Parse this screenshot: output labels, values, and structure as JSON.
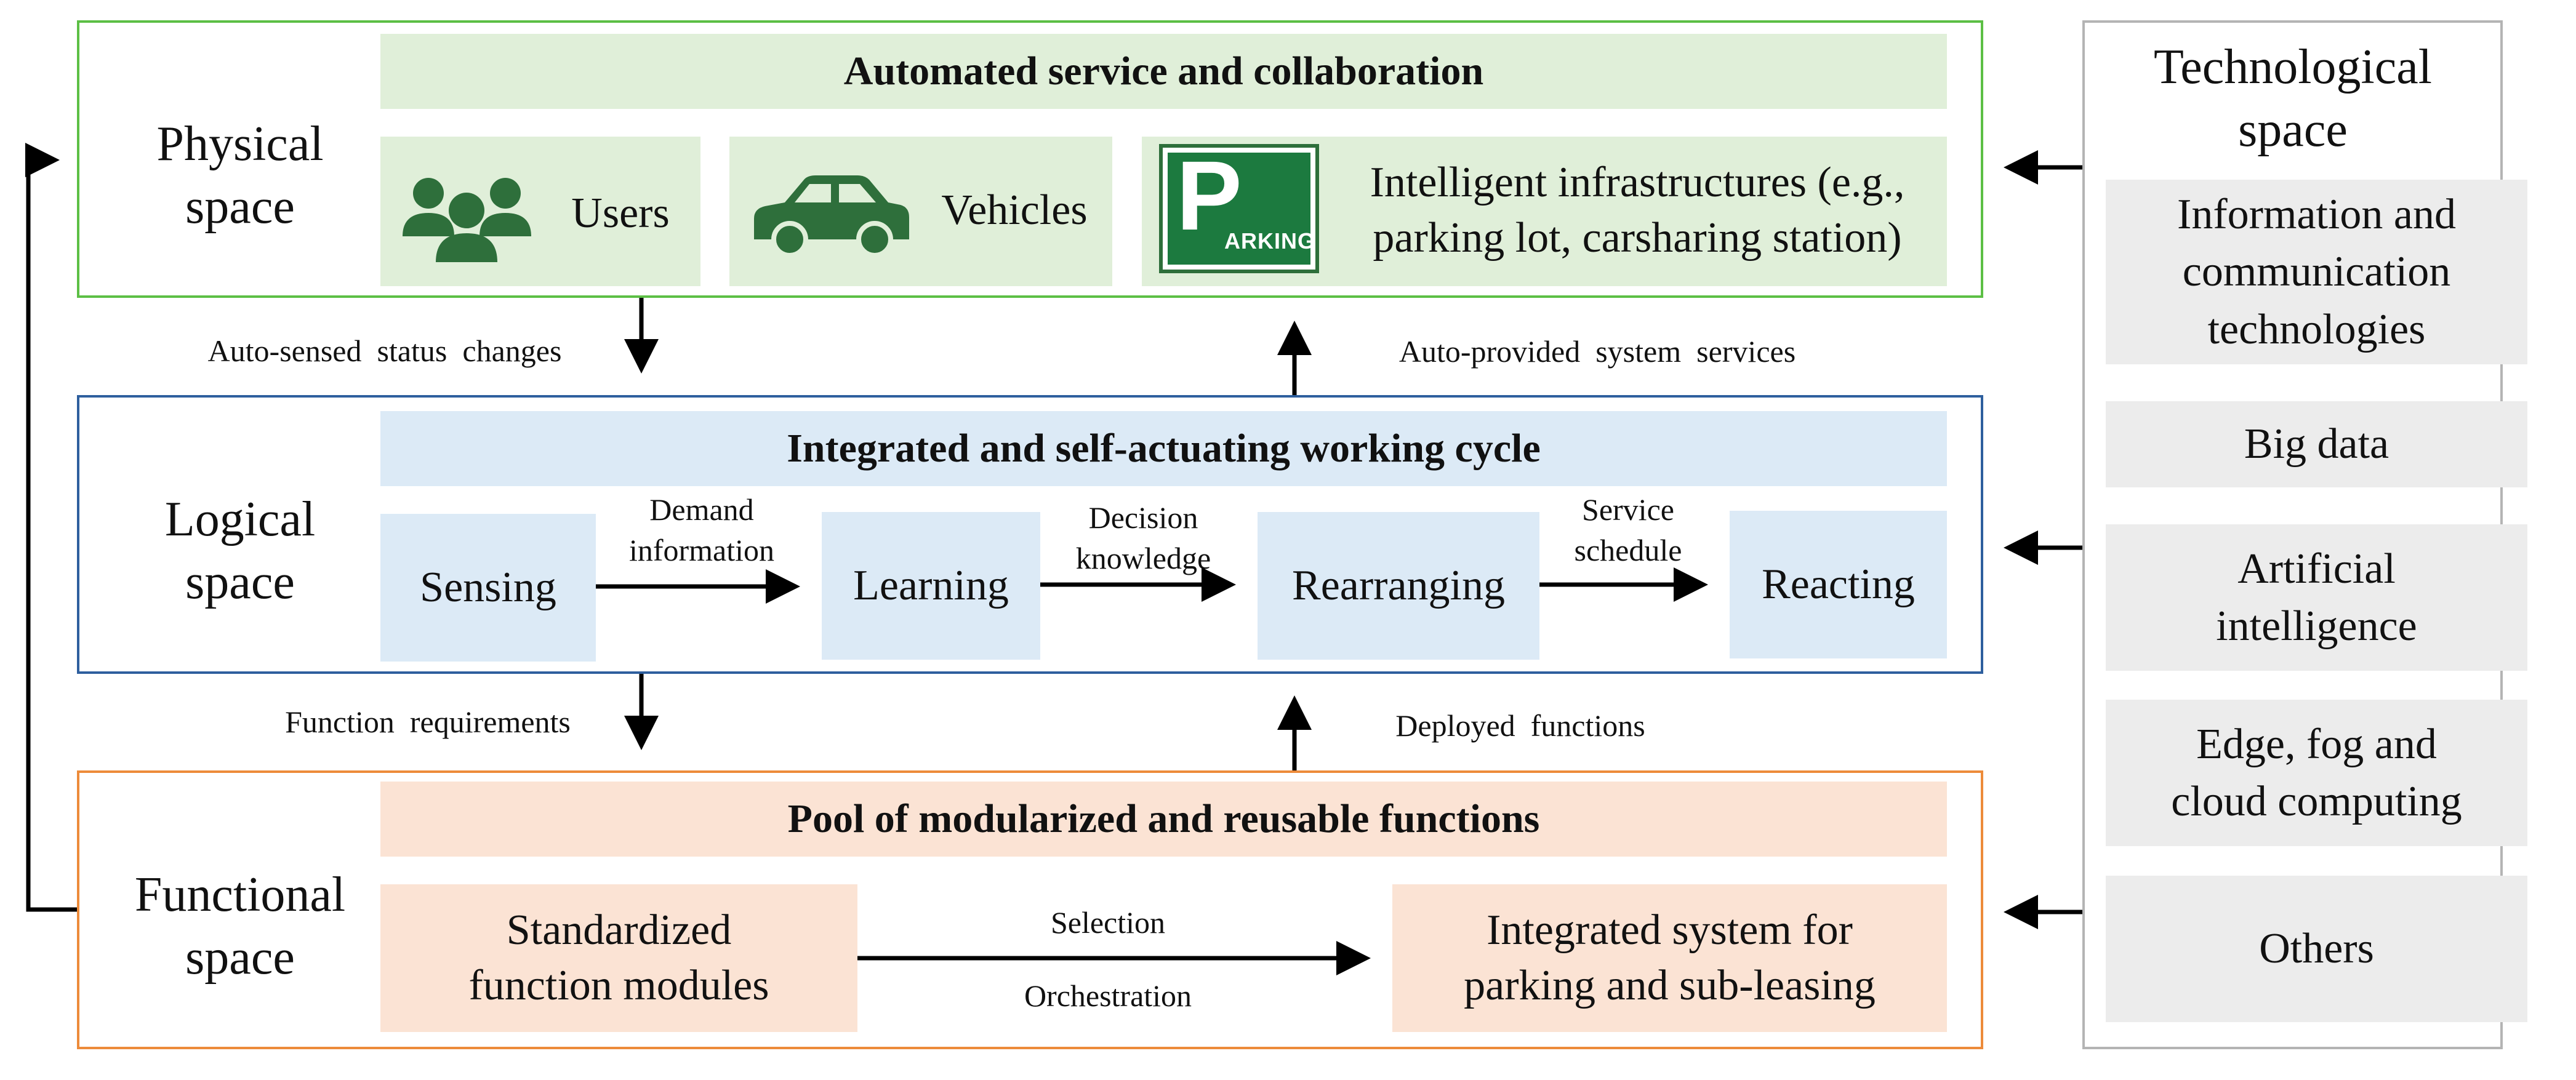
{
  "colors": {
    "physical_border": "#5cbf45",
    "physical_fill": "#e0efd9",
    "logical_border": "#2e5f9e",
    "logical_fill": "#dceaf6",
    "functional_border": "#ed8b3a",
    "functional_fill": "#fbe3d4",
    "tech_border": "#b4b4b4",
    "tech_fill": "#ececec",
    "icon_green": "#2e6f3b",
    "arrow": "#000000"
  },
  "physical": {
    "label": "Physical\nspace",
    "banner": "Automated service and collaboration",
    "users_label": "Users",
    "vehicles_label": "Vehicles",
    "parking_sign_letter": "P",
    "parking_sign_text": "ARKING",
    "infra_label": "Intelligent infrastructures (e.g.,\nparking lot, carsharing station)",
    "icons": [
      "users-icon",
      "car-icon",
      "parking-sign-icon"
    ]
  },
  "logical": {
    "label": "Logical\nspace",
    "banner": "Integrated and self-actuating working cycle",
    "steps": [
      "Sensing",
      "Learning",
      "Rearranging",
      "Reacting"
    ],
    "flows": [
      "Demand\ninformation",
      "Decision\nknowledge",
      "Service\nschedule"
    ]
  },
  "functional": {
    "label": "Functional\nspace",
    "banner": "Pool of modularized and reusable functions",
    "modules_label": "Standardized\nfunction modules",
    "system_label": "Integrated system for\nparking and sub-leasing",
    "flow_top": "Selection",
    "flow_bottom": "Orchestration"
  },
  "connectors": {
    "auto_sensed": "Auto-sensed  status  changes",
    "auto_provided": "Auto-provided  system  services",
    "function_requirements": "Function  requirements",
    "deployed_functions": "Deployed  functions"
  },
  "technological": {
    "title": "Technological\nspace",
    "items": [
      "Information and\ncommunication\ntechnologies",
      "Big data",
      "Artificial\nintelligence",
      "Edge, fog and\ncloud computing",
      "Others"
    ]
  }
}
